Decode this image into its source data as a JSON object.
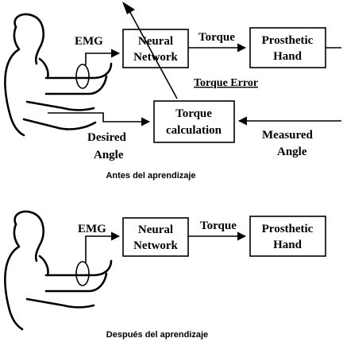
{
  "panel_before": {
    "emg_label": "EMG",
    "neural_network": [
      "Neural",
      "Network"
    ],
    "torque_label": "Torque",
    "prosthetic_hand": [
      "Prosthetic",
      "Hand"
    ],
    "torque_error_label": "Torque Error",
    "torque_calculation": [
      "Torque",
      "calculation"
    ],
    "desired_angle": [
      "Desired",
      "Angle"
    ],
    "measured_angle": [
      "Measured",
      "Angle"
    ],
    "caption": "Antes del aprendizaje"
  },
  "panel_after": {
    "emg_label": "EMG",
    "neural_network": [
      "Neural",
      "Network"
    ],
    "torque_label": "Torque",
    "prosthetic_hand": [
      "Prosthetic",
      "Hand"
    ],
    "caption": "Después del aprendizaje"
  }
}
